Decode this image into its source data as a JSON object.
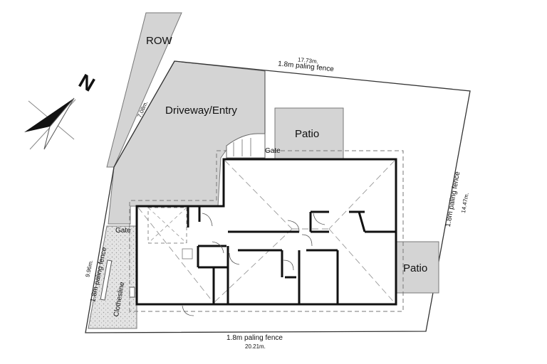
{
  "areas": {
    "row": "ROW",
    "driveway": "Driveway/Entry",
    "patio_north": "Patio",
    "patio_east": "Patio",
    "clothesline": "Clothesline"
  },
  "gates": {
    "north": "Gate",
    "west": "Gate"
  },
  "boundaries": {
    "north_length": "17.73m.",
    "north_fence": "1.8m paling fence",
    "east_length": "14.47m.",
    "east_fence": "1.8m paling fence",
    "south_fence": "1.8m paling fence",
    "south_length": "20.21m.",
    "west_length": "9.96m.",
    "west_fence": "1.8m paling fence",
    "row_length": "7.08m."
  },
  "compass": {
    "label": "N"
  },
  "colors": {
    "paved": "#d4d4d4",
    "walls": "#111111",
    "lines": "#555555"
  }
}
